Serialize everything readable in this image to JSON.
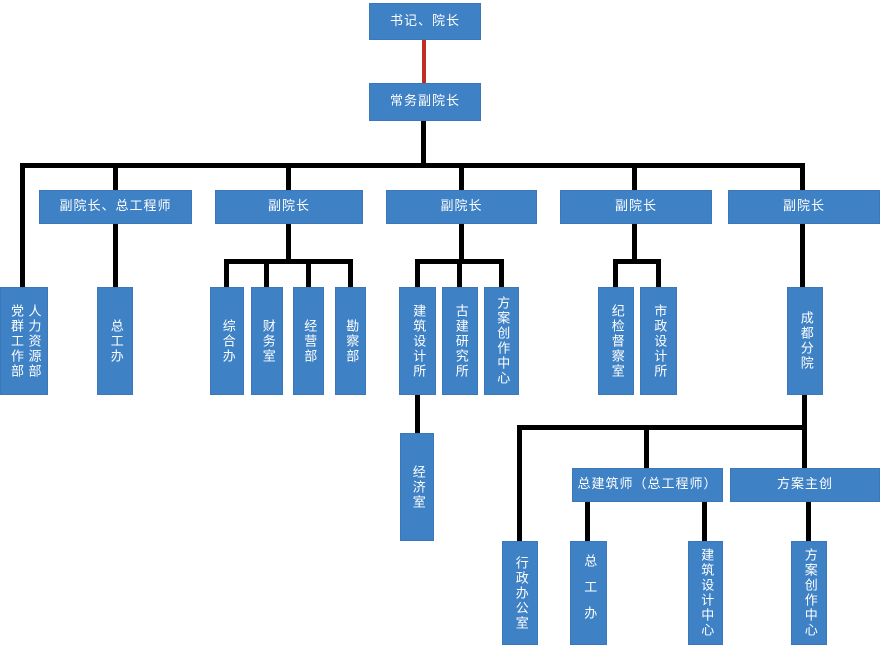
{
  "title": "organization-chart",
  "colors": {
    "node_fill": "#3E81C5",
    "node_text": "#FFFFFF",
    "connector": "#000000",
    "top_connector_red": "#BE2E24",
    "background": "#FFFFFF"
  },
  "nodes": {
    "secretary_dean": "书记、院长",
    "exec_vice_dean": "常务副院长",
    "vice_dean_chief_eng": "副院长、总工程师",
    "vice_dean_2": "副院长",
    "vice_dean_3": "副院长",
    "vice_dean_4": "副院长",
    "vice_dean_5": "副院长",
    "party_mass_hr": "党群工作部\n人力资源部",
    "chief_eng_office": "总工办",
    "general_office": "综合办",
    "finance_office": "财务室",
    "business_dept": "经营部",
    "survey_dept": "勘察部",
    "arch_design_institute": "建筑设计所",
    "ancient_arch_institute": "古建研究所",
    "scheme_creation_center": "方案创作中心",
    "economy_office": "经济室",
    "discipline_inspection_office": "纪检督察室",
    "municipal_design_institute": "市政设计所",
    "chengdu_branch": "成都分院",
    "chief_architect": "总建筑师（总工程师）",
    "scheme_lead": "方案主创",
    "admin_office": "行政办公室",
    "chengdu_chief_eng_office": "总工办",
    "arch_design_center": "建筑设计中心",
    "chengdu_scheme_creation_center": "方案创作中心"
  }
}
